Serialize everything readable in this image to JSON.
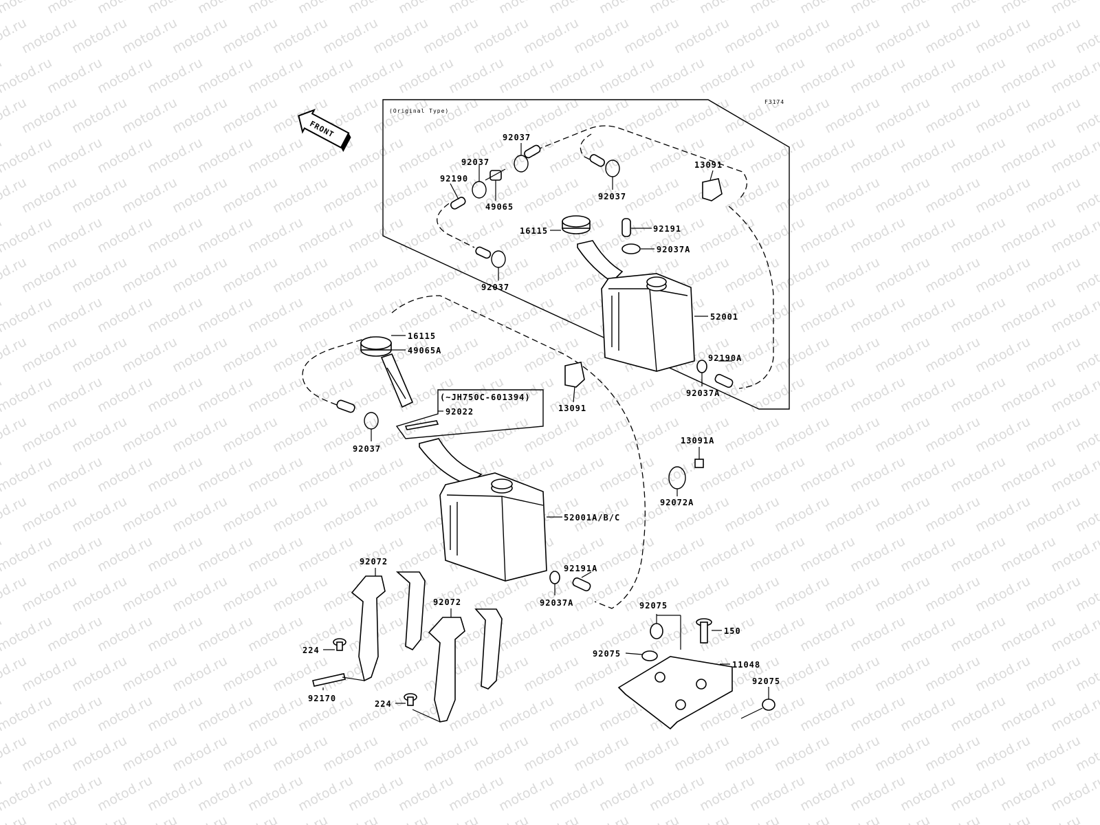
{
  "watermark": {
    "text": "motod.ru"
  },
  "diagram": {
    "figure_code": "F3174",
    "inset_caption": "(Original Type)",
    "front_arrow": "FRONT",
    "serial_note": "(~JH750C-601394)"
  },
  "labels": {
    "l_92037_a": "92037",
    "l_92037_b": "92037",
    "l_92190": "92190",
    "l_49065": "49065",
    "l_92037_c": "92037",
    "l_13091_top": "13091",
    "l_92191": "92191",
    "l_16115_top": "16115",
    "l_92037A_top": "92037A",
    "l_92037_d": "92037",
    "l_52001": "52001",
    "l_92190A": "92190A",
    "l_92037A_mid": "92037A",
    "l_16115": "16115",
    "l_49065A": "49065A",
    "l_92022": "92022",
    "l_13091": "13091",
    "l_92037_e": "92037",
    "l_13091A": "13091A",
    "l_92072A": "92072A",
    "l_52001ABC": "52001A/B/C",
    "l_92191A": "92191A",
    "l_92037A_bot": "92037A",
    "l_92072_a": "92072",
    "l_92072_b": "92072",
    "l_92075_a": "92075",
    "l_150": "150",
    "l_92075_b": "92075",
    "l_11048": "11048",
    "l_92075_c": "92075",
    "l_224_a": "224",
    "l_92170": "92170",
    "l_224_b": "224"
  }
}
